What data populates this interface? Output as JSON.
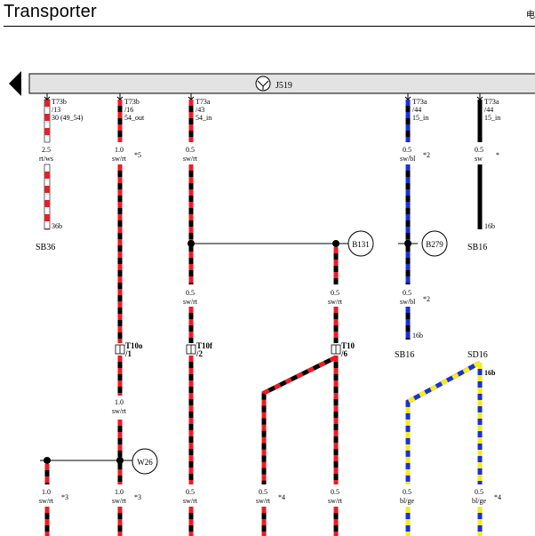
{
  "header": {
    "title": "Transporter",
    "right_text": "电"
  },
  "component": {
    "name": "J519",
    "icon": "steering-wheel-icon"
  },
  "colors": {
    "red": "#ee1b24",
    "black": "#000000",
    "blue": "#1b2fd6",
    "yellow": "#f5ec1b",
    "white": "#ffffff",
    "bar": "#e3e3e3"
  },
  "wires": {
    "w1": {
      "conn": "T73b",
      "pin": "/13",
      "sig": "30 (49_54)",
      "gauge": "2.5",
      "color": "rt/ws",
      "end_pin": "36b"
    },
    "w2": {
      "conn": "T73b",
      "pin": "/16",
      "sig": "54_out",
      "gauge": "1.0",
      "color": "sw/rt",
      "note": "*5"
    },
    "w3": {
      "conn": "T73a",
      "pin": "/43",
      "sig": "54_in",
      "gauge": "0.5",
      "color": "sw/rt"
    },
    "w4": {
      "conn": "T73a",
      "pin": "/44",
      "sig": "15_in",
      "gauge": "0.5",
      "color": "sw/bl",
      "note": "*2"
    },
    "w5": {
      "conn": "T73a",
      "pin": "/44",
      "sig": "15_in",
      "gauge": "0.5",
      "color": "sw",
      "note": "*",
      "end_pin": "16b"
    }
  },
  "fuses": {
    "sb36": "SB36",
    "sb16a": "SB16",
    "sb16b": "SB16",
    "sd16": "SD16"
  },
  "splices": {
    "b131": "B131",
    "b279": "B279",
    "w26": "W26"
  },
  "mid_labels": {
    "m3": {
      "gauge": "0.5",
      "color": "sw/rt"
    },
    "m_b131": {
      "gauge": "0.5",
      "color": "sw/rt"
    },
    "m4": {
      "gauge": "0.5",
      "color": "sw/bl",
      "note": "*2",
      "end_pin": "16b"
    }
  },
  "connectors": {
    "t10o": {
      "name": "T10o",
      "pin": "/1"
    },
    "t10f": {
      "name": "T10f",
      "pin": "/2"
    },
    "t10": {
      "name": "T10",
      "pin": "/6"
    }
  },
  "lower_labels": {
    "w2_low": {
      "gauge": "1.0",
      "color": "sw/rt"
    },
    "sd16_pin": "16b"
  },
  "bottom_labels": [
    {
      "gauge": "1.0",
      "color": "sw/rt",
      "note": "*3"
    },
    {
      "gauge": "1.0",
      "color": "sw/rt",
      "note": "*3"
    },
    {
      "gauge": "0.5",
      "color": "sw/rt",
      "note": ""
    },
    {
      "gauge": "0.5",
      "color": "sw/rt",
      "note": "*4"
    },
    {
      "gauge": "0.5",
      "color": "sw/rt",
      "note": ""
    },
    {
      "gauge": "0.5",
      "color": "bl/ge",
      "note": ""
    },
    {
      "gauge": "0.5",
      "color": "bl/ge",
      "note": "*4"
    }
  ]
}
